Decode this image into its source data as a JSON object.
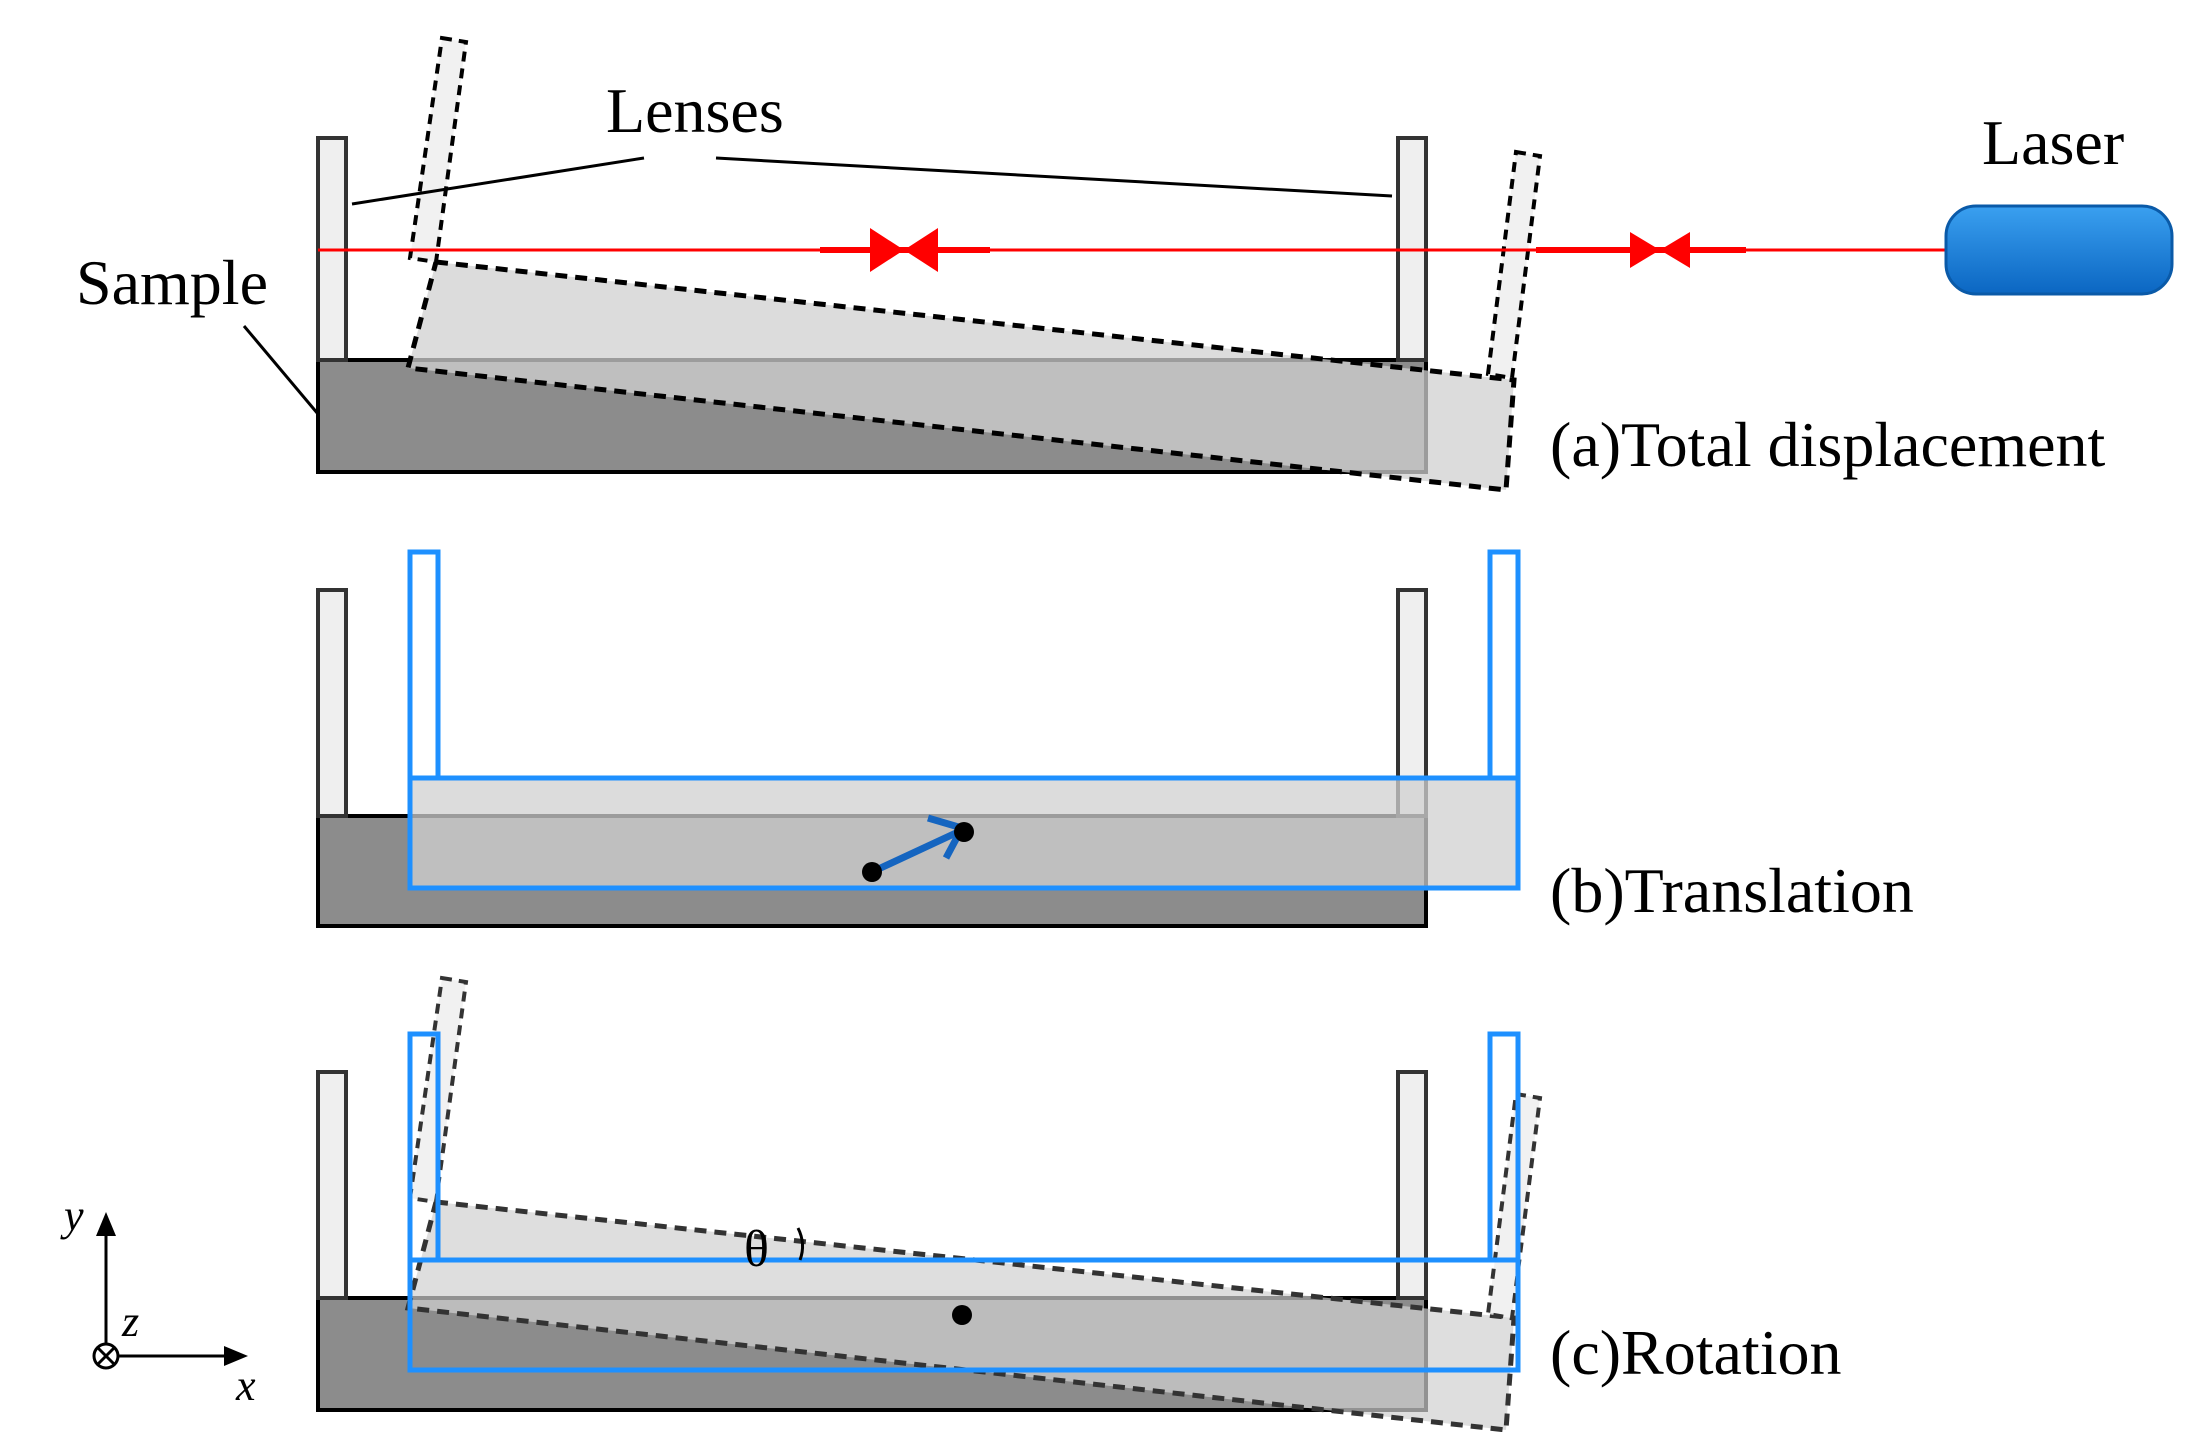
{
  "labels": {
    "lenses": "Lenses",
    "laser": "Laser",
    "sample": "Sample",
    "panel_a": "(a)Total displacement",
    "panel_b": "(b)Translation",
    "panel_c": "(c)Rotation",
    "theta": "θ",
    "axis_x": "x",
    "axis_y": "y",
    "axis_z": "z"
  },
  "colors": {
    "laser_beam": "#ff0000",
    "laser_body": "#1a7fd6",
    "translated_outline": "#1e90ff",
    "sample_fill": "#8c8c8c",
    "displaced_fill": "#d0d0d0",
    "lens_fill": "#efefef"
  }
}
